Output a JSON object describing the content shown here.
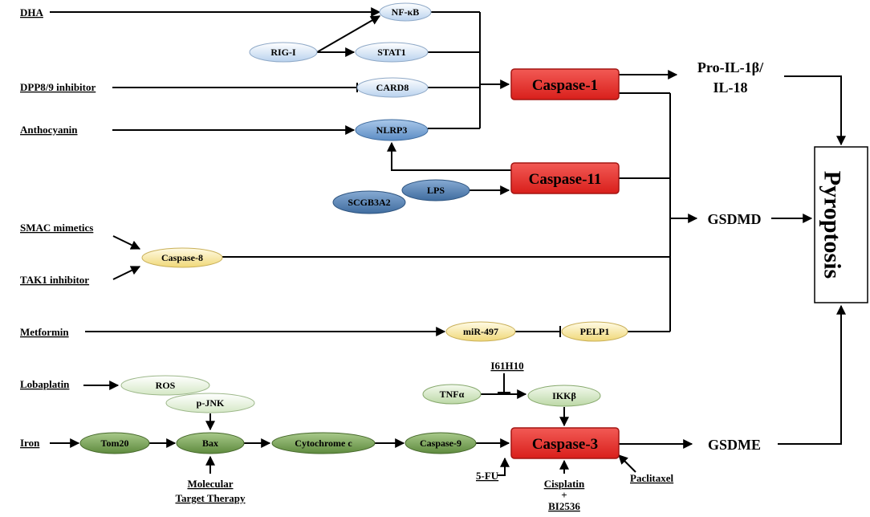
{
  "labels": {
    "dha": "DHA",
    "dpp89": "DPP8/9 inhibitor",
    "anthocyanin": "Anthocyanin",
    "smac": "SMAC mimetics",
    "tak1": "TAK1 inhibitor",
    "metformin": "Metformin",
    "lobaplatin": "Lobaplatin",
    "iron": "Iron",
    "mtt_line1": "Molecular",
    "mtt_line2": "Target Therapy",
    "i61h10": "I61H10",
    "fu5": "5-FU",
    "cisplatin": "Cisplatin",
    "plus": "+",
    "bi2536": "BI2536",
    "paclitaxel": "Paclitaxel"
  },
  "nodes": {
    "nfkb": "NF-κB",
    "rigi": "RIG-I",
    "stat1": "STAT1",
    "card8": "CARD8",
    "nlrp3": "NLRP3",
    "lps": "LPS",
    "scgb3a2": "SCGB3A2",
    "caspase8": "Caspase-8",
    "mir497": "miR-497",
    "pelp1": "PELP1",
    "ros": "ROS",
    "pjnk": "p-JNK",
    "tom20": "Tom20",
    "bax": "Bax",
    "cytc": "Cytochrome c",
    "caspase9": "Caspase-9",
    "tnfa": "TNFα",
    "ikkb": "IKKβ"
  },
  "boxes": {
    "caspase1": "Caspase-1",
    "caspase11": "Caspase-11",
    "caspase3": "Caspase-3"
  },
  "outputs": {
    "proil_line1": "Pro-IL-1β/",
    "proil_line2": "IL-18",
    "gsdmd": "GSDMD",
    "gsdme": "GSDME",
    "pyroptosis": "Pyroptosis"
  },
  "colors": {
    "box_red": "#e8322e",
    "oval_lightblue": "#dbe8f6",
    "oval_blue": "#7aa6d6",
    "oval_darkblue": "#4f7fb3",
    "oval_yellow": "#f7e7a3",
    "oval_palegreen": "#e6f1dc",
    "oval_green": "#7ea35c"
  }
}
